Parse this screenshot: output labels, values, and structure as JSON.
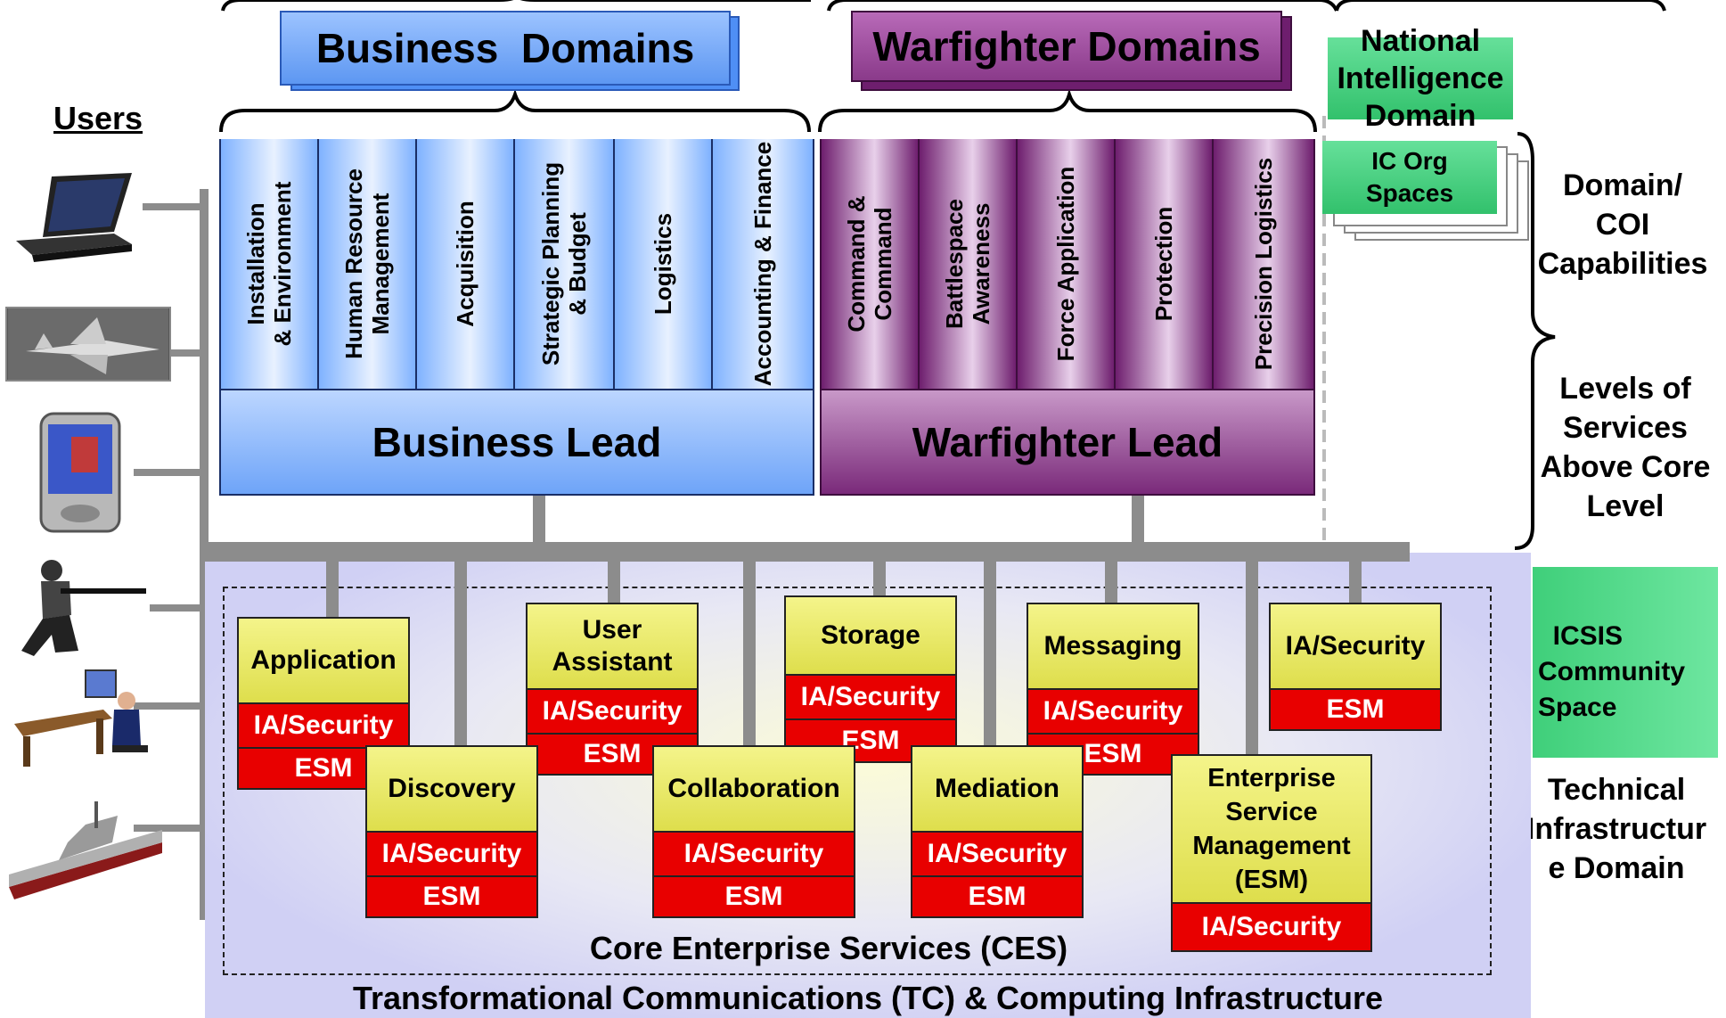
{
  "users_title": "Users",
  "business_domains": "Business  Domains",
  "warfighter_domains": "Warfighter Domains",
  "national_intelligence": "National Intelligence Domain",
  "ic_org_spaces": "IC Org Spaces",
  "business_columns": [
    "Installation\n& Environment",
    "Human Resource\nManagement",
    "Acquisition",
    "Strategic Planning\n& Budget",
    "Logistics",
    "Accounting & Finance"
  ],
  "warfighter_columns": [
    "Command &\nCommand",
    "Battlespace\nAwareness",
    "Force Application",
    "Protection",
    "Precision Logistics"
  ],
  "business_lead": "Business Lead",
  "warfighter_lead": "Warfighter Lead",
  "right_labels": {
    "domain_coi": "Domain/\nCOI\nCapabilities",
    "levels_of_services": "Levels of\nServices\nAbove Core\nLevel",
    "icsis": "ICSIS\nCommunity\nSpace",
    "technical_infra": "Technical\nInfrastructur\ne Domain"
  },
  "services": {
    "application": "Application",
    "user_assistant": "User\nAssistant",
    "storage": "Storage",
    "messaging": "Messaging",
    "ia_security_top": "IA/Security",
    "discovery": "Discovery",
    "collaboration": "Collaboration",
    "mediation": "Mediation",
    "esm_full": "Enterprise\nService\nManagement\n(ESM)",
    "ia_security": "IA/Security",
    "esm": "ESM"
  },
  "ces_label": "Core Enterprise  Services (CES)",
  "tc_label": "Transformational Communications (TC) & Computing Infrastructure",
  "colors": {
    "business_blue": "#4f8ff5",
    "warfighter_purple": "#7a2a7a",
    "green": "#3fcf7a",
    "service_yellow": "#e6e65a",
    "security_red": "#e80000",
    "infra_lavender": "#d0d0f4"
  },
  "user_icons": [
    "laptop-icon",
    "fighter-jet-icon",
    "pda-icon",
    "soldier-icon",
    "desk-operator-icon",
    "ship-icon"
  ]
}
